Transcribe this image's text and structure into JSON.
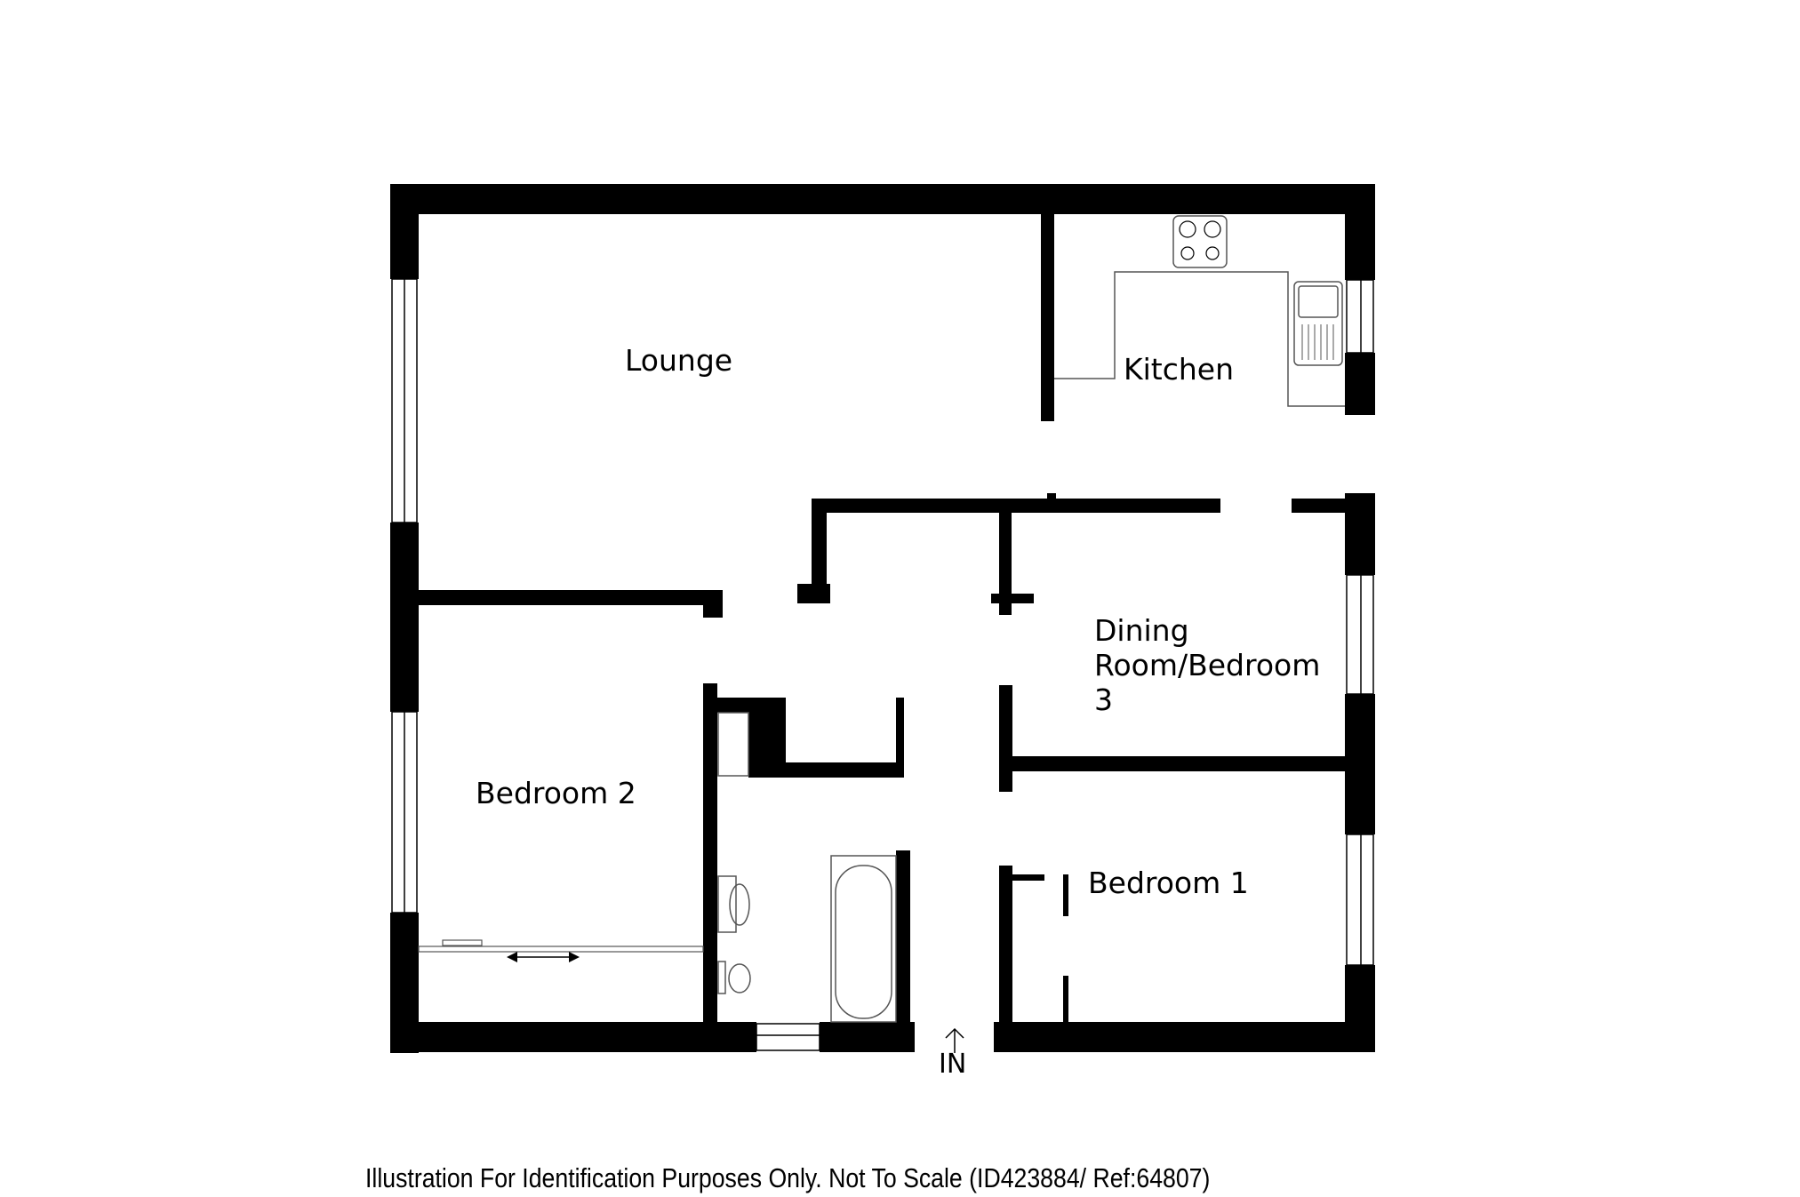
{
  "floorplan": {
    "rooms": [
      {
        "id": "lounge",
        "label": "Lounge"
      },
      {
        "id": "kitchen",
        "label": "Kitchen"
      },
      {
        "id": "dining",
        "label": "Dining\nRoom/Bedroom\n3",
        "lines": [
          "Dining",
          "Room/Bedroom",
          "3"
        ]
      },
      {
        "id": "bedroom2",
        "label": "Bedroom 2"
      },
      {
        "id": "bedroom1",
        "label": "Bedroom 1"
      }
    ],
    "entrance_label": "IN",
    "footer": "Illustration For Identification Purposes Only. Not To Scale (ID423884/ Ref:64807)",
    "colors": {
      "wall": "#000000",
      "background": "#ffffff",
      "fixture_line": "#555555"
    }
  }
}
